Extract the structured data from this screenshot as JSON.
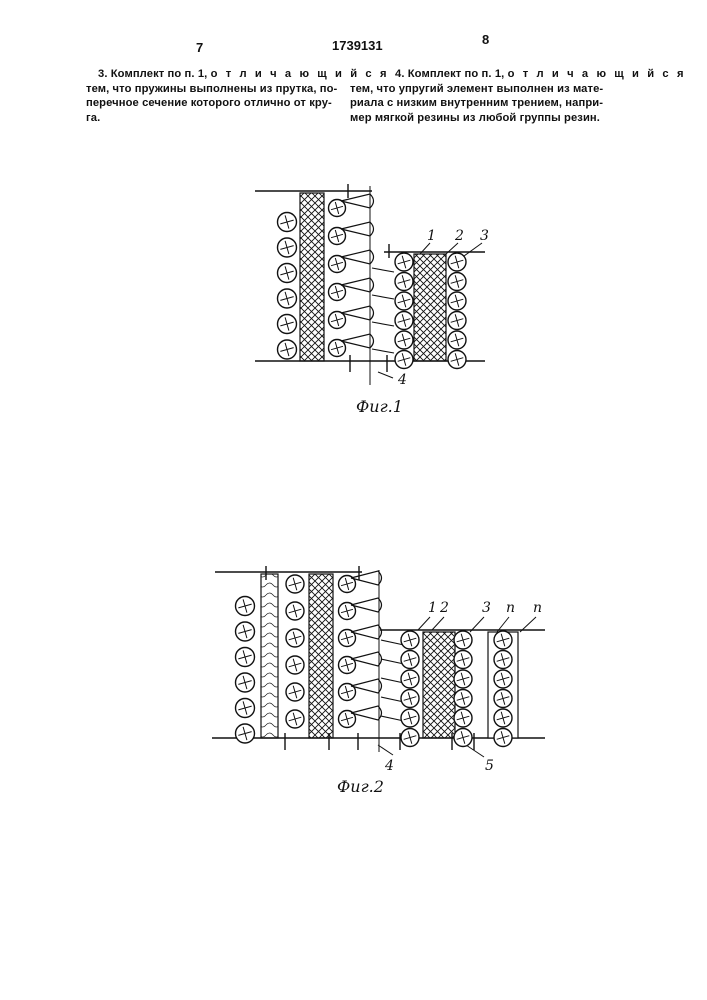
{
  "header": {
    "page_left": "7",
    "patent_number": "1739131",
    "page_right": "8"
  },
  "claim3": {
    "lines": [
      [
        "3. Комплект по п. 1, ",
        "о т л и ч а ю щ и й с я",
        ""
      ],
      [
        "тем, что пружины выполнены из прутка, по-",
        "",
        ""
      ],
      [
        "перечное сечение которого отлично от кру-",
        "",
        ""
      ],
      [
        "га.",
        "",
        ""
      ]
    ]
  },
  "claim4": {
    "lines": [
      [
        "4. Комплект по п. 1, ",
        "о т л и ч а ю щ и й с я",
        ""
      ],
      [
        "тем, что упругий элемент выполнен из мате-",
        "",
        ""
      ],
      [
        "риала с низким внутренним трением, напри-",
        "",
        ""
      ],
      [
        "мер мягкой резины из любой группы резин.",
        "",
        ""
      ]
    ]
  },
  "figure1": {
    "caption": "Фиг.1",
    "labels": {
      "l1": "1",
      "l2": "2",
      "l3": "3",
      "l4": "4"
    }
  },
  "figure2": {
    "caption": "Фиг.2",
    "labels": {
      "l1": "1",
      "l2": "2",
      "l3": "3",
      "ln1": "n",
      "ln2": "n",
      "l4": "4",
      "l5": "5"
    }
  }
}
